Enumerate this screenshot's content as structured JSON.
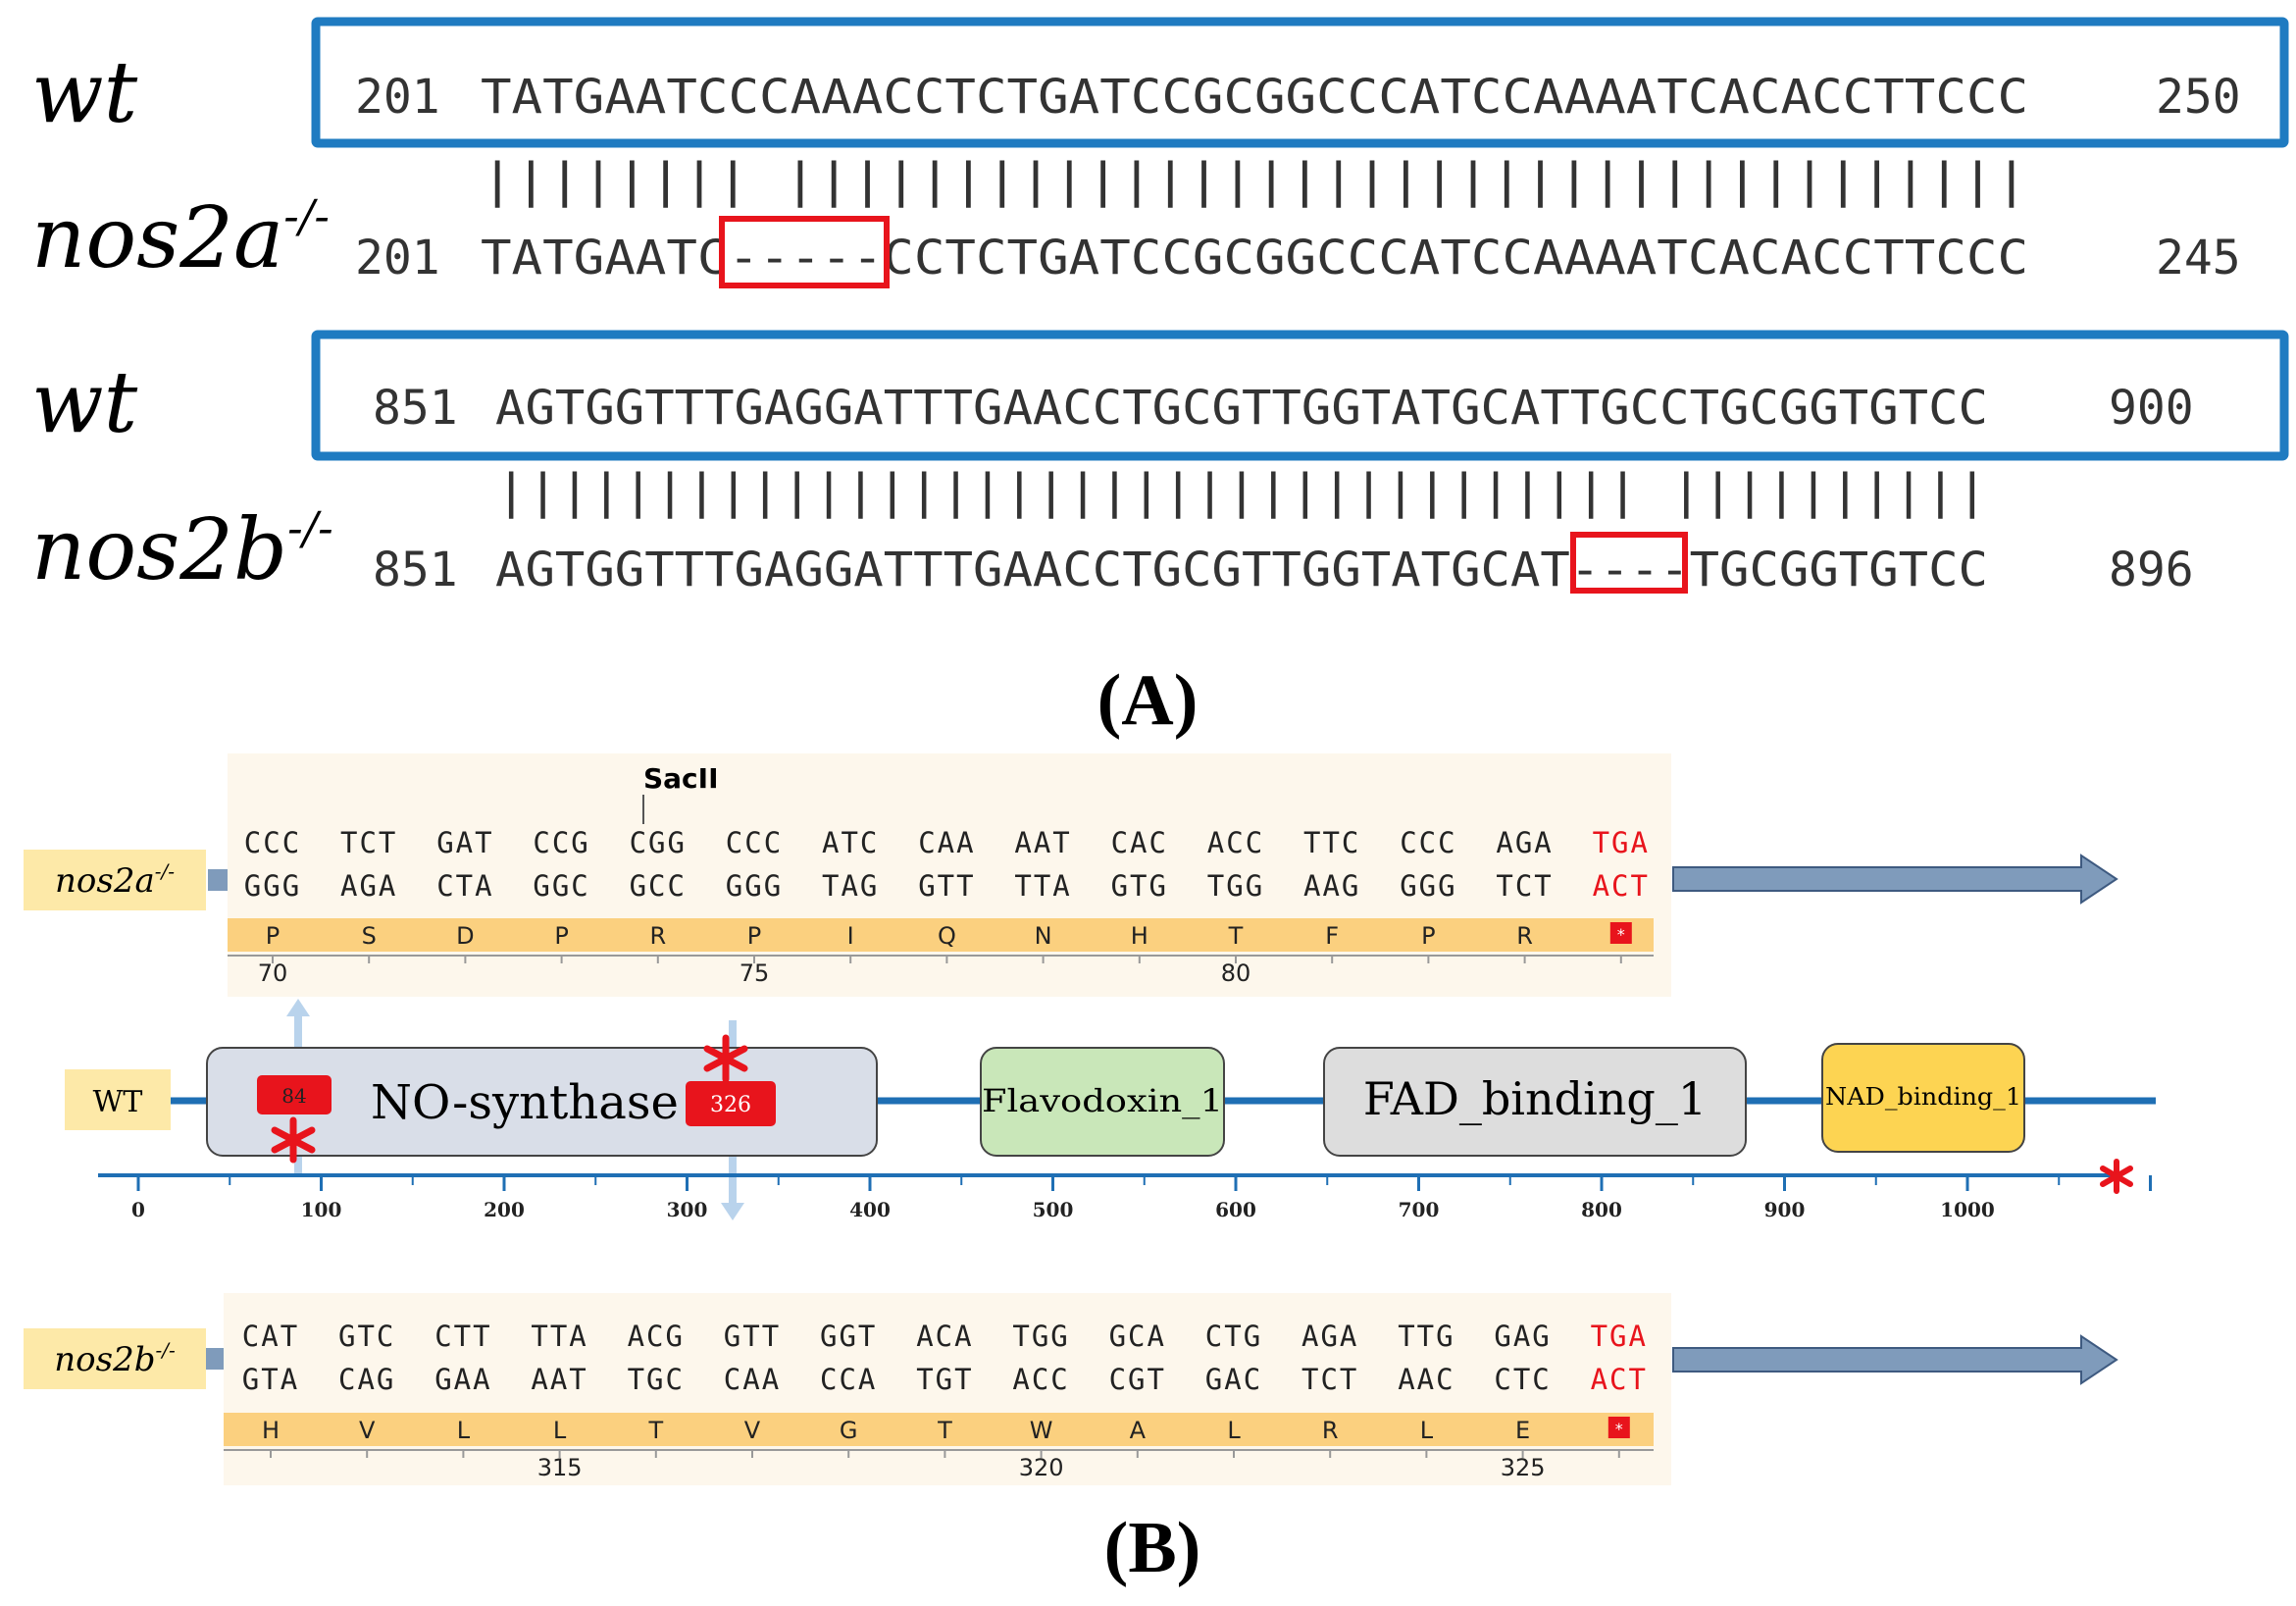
{
  "panelA": {
    "label": "(A)",
    "alignments": [
      {
        "wt_label": "wt",
        "mut_label_base": "nos2a",
        "mut_label_sup": "-/-",
        "wt_start": "201",
        "wt_seq": "TATGAATCCCAAACCTCTGATCCGCGGCCCATCCAAAATCACACCTTCCC",
        "wt_end": "250",
        "match_line": "||||||||     |||||||||||||||||||||||||||||||||||||",
        "mut_start": "201",
        "mut_seq": "TATGAATC-----CCTCTGATCCGCGGCCCATCCAAAATCACACCTTCCC",
        "mut_end": "245",
        "deletion": "-----"
      },
      {
        "wt_label": "wt",
        "mut_label_base": "nos2b",
        "mut_label_sup": "-/-",
        "wt_start": "851",
        "wt_seq": "AGTGGTTTGAGGATTTGAACCTGCGTTGGTATGCATTGCCTGCGGTGTCC",
        "wt_end": "900",
        "match_line": "||||||||||||||||||||||||||||||||||||    ||||||||||",
        "mut_start": "851",
        "mut_seq": "AGTGGTTTGAGGATTTGAACCTGCGTTGGTATGCAT----TGCGGTGTCC",
        "mut_end": "896",
        "deletion": "----"
      }
    ]
  },
  "panelB": {
    "label": "(B)",
    "top_track": {
      "tag_base": "nos2a",
      "tag_sup": "-/-",
      "site_label": "SacII",
      "codons_top": [
        "CCC",
        "TCT",
        "GAT",
        "CCG",
        "CGG",
        "CCC",
        "ATC",
        "CAA",
        "AAT",
        "CAC",
        "ACC",
        "TTC",
        "CCC",
        "AGA",
        "TGA"
      ],
      "codons_bottom": [
        "GGG",
        "AGA",
        "CTA",
        "GGC",
        "GCC",
        "GGG",
        "TAG",
        "GTT",
        "TTA",
        "GTG",
        "TGG",
        "AAG",
        "GGG",
        "TCT",
        "ACT"
      ],
      "amino_acids": [
        "P",
        "S",
        "D",
        "P",
        "R",
        "P",
        "I",
        "Q",
        "N",
        "H",
        "T",
        "F",
        "P",
        "R",
        "*"
      ],
      "ruler_numbers": [
        "70",
        "75",
        "80"
      ]
    },
    "wt_track": {
      "tag": "WT",
      "domains": [
        "NO-synthase",
        "Flavodoxin_1",
        "FAD_binding_1",
        "NAD_binding_1"
      ],
      "mutation_sites": [
        "84",
        "326"
      ],
      "axis_ticks": [
        "0",
        "100",
        "200",
        "300",
        "400",
        "500",
        "600",
        "700",
        "800",
        "900",
        "1000"
      ]
    },
    "bottom_track": {
      "tag_base": "nos2b",
      "tag_sup": "-/-",
      "codons_top": [
        "CAT",
        "GTC",
        "CTT",
        "TTA",
        "ACG",
        "GTT",
        "GGT",
        "ACA",
        "TGG",
        "GCA",
        "CTG",
        "AGA",
        "TTG",
        "GAG",
        "TGA"
      ],
      "codons_bottom": [
        "GTA",
        "CAG",
        "GAA",
        "AAT",
        "TGC",
        "CAA",
        "CCA",
        "TGT",
        "ACC",
        "CGT",
        "GAC",
        "TCT",
        "AAC",
        "CTC",
        "ACT"
      ],
      "amino_acids": [
        "H",
        "V",
        "L",
        "L",
        "T",
        "V",
        "G",
        "T",
        "W",
        "A",
        "L",
        "R",
        "L",
        "E",
        "*"
      ],
      "ruler_numbers": [
        "315",
        "320",
        "325"
      ]
    },
    "colors": {
      "frame_blue": "#1f7bc1",
      "deletion_red": "#e8141c",
      "tag_yellow": "#fde9a8",
      "aa_band": "#fbd07f",
      "track_bg": "#fdf7ec",
      "stop_red": "#e8141c",
      "arrow_blue": "#7f9bbb",
      "no_synthase": "#d9dee8",
      "flavodoxin": "#c9e7b9",
      "fad": "#dddddd",
      "nad": "#fdd452"
    }
  }
}
